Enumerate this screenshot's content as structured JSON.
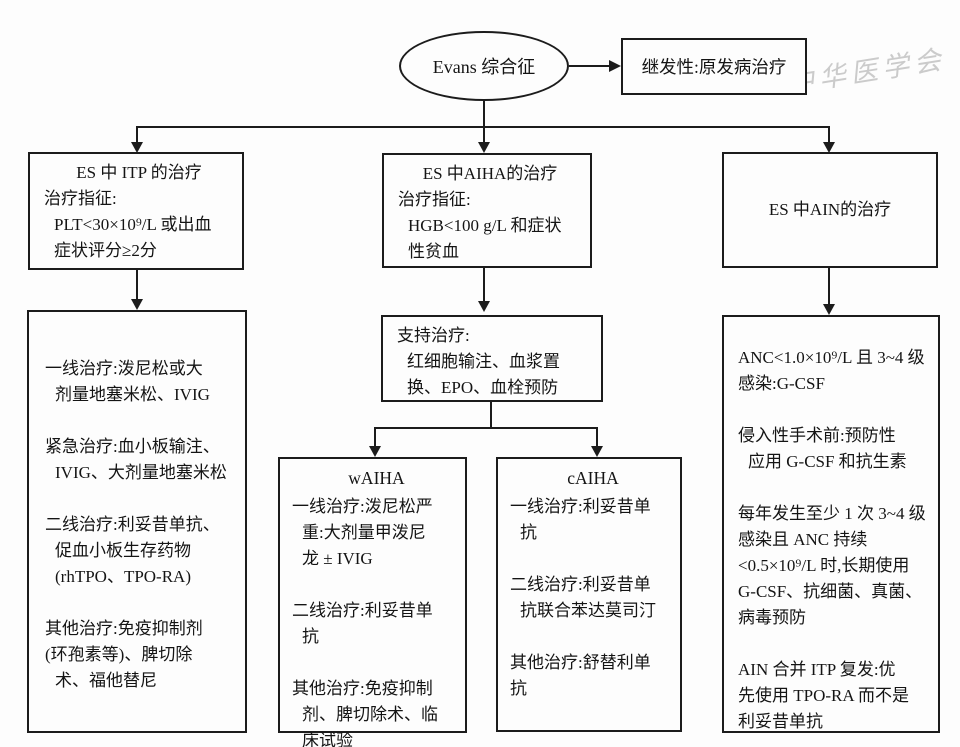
{
  "watermark": {
    "text": "中华医学会"
  },
  "nodes": {
    "root": {
      "label": "Evans 综合征"
    },
    "secondary": {
      "label": "继发性:原发病治疗"
    },
    "itp_top": {
      "title": "ES 中 ITP 的治疗",
      "lines": [
        "治疗指征:",
        "PLT<30×10⁹/L 或出血",
        "症状评分≥2分"
      ]
    },
    "aiha_top": {
      "title": "ES 中AIHA的治疗",
      "lines": [
        "治疗指征:",
        "HGB<100 g/L 和症状",
        "性贫血"
      ]
    },
    "ain_top": {
      "title": "ES 中AIN的治疗"
    },
    "itp_main": {
      "lines": [
        "一线治疗:泼尼松或大",
        "剂量地塞米松、IVIG",
        "",
        "紧急治疗:血小板输注、",
        "IVIG、大剂量地塞米松",
        "",
        "二线治疗:利妥昔单抗、",
        "促血小板生存药物",
        "(rhTPO、TPO-RA)",
        "",
        "其他治疗:免疫抑制剂",
        "(环孢素等)、脾切除",
        "术、福他替尼"
      ]
    },
    "support": {
      "lines": [
        "支持治疗:",
        "红细胞输注、血浆置",
        "换、EPO、血栓预防"
      ]
    },
    "waiha": {
      "title": "wAIHA",
      "lines": [
        "一线治疗:泼尼松严",
        "重:大剂量甲泼尼",
        "龙 ± IVIG",
        "",
        "二线治疗:利妥昔单",
        "抗",
        "",
        "其他治疗:免疫抑制",
        "剂、脾切除术、临",
        "床试验"
      ]
    },
    "caiha": {
      "title": "cAIHA",
      "lines": [
        "一线治疗:利妥昔单",
        "抗",
        "",
        "二线治疗:利妥昔单",
        "抗联合苯达莫司汀",
        "",
        "其他治疗:舒替利单",
        "抗"
      ]
    },
    "ain_main": {
      "lines": [
        "ANC<1.0×10⁹/L 且 3~4 级",
        "感染:G-CSF",
        "",
        "侵入性手术前:预防性",
        "应用 G-CSF 和抗生素",
        "",
        "每年发生至少 1 次 3~4 级",
        "感染且 ANC 持续",
        "<0.5×10⁹/L 时,长期使用",
        "G-CSF、抗细菌、真菌、",
        "病毒预防",
        "",
        "AIN 合并 ITP 复发:优",
        "先使用 TPO-RA 而不是",
        "利妥昔单抗"
      ]
    }
  },
  "colors": {
    "line": "#1c1c1c",
    "text": "#141414",
    "watermark": "#cbcbcb"
  }
}
